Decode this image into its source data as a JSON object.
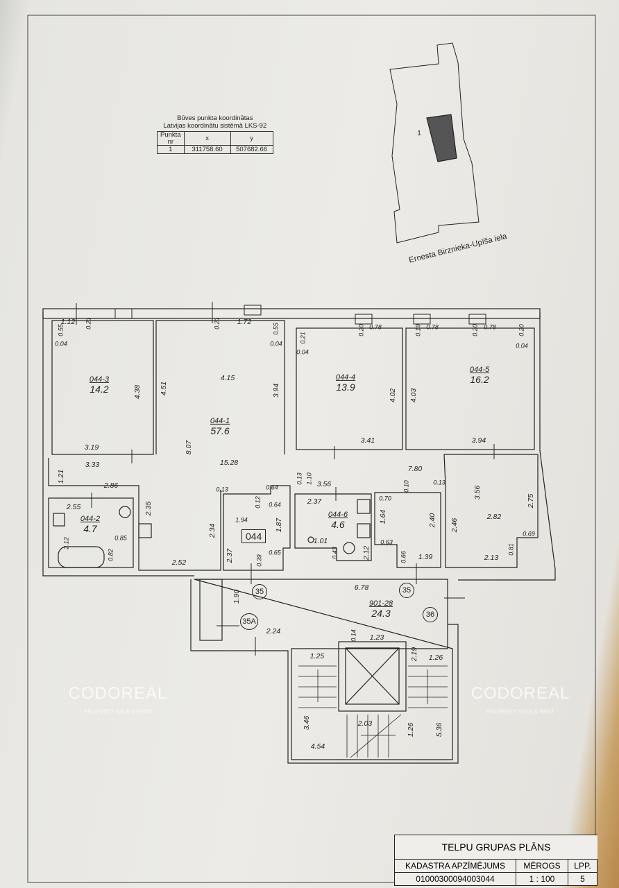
{
  "coordinates": {
    "title_line1": "Būves punkta koordinātas",
    "title_line2": "Latvijas koordinātu sistēmā LKS-92",
    "headers": [
      "Punkta nr",
      "x",
      "y"
    ],
    "row": [
      "1",
      "311758.60",
      "507682.66"
    ]
  },
  "site_plan": {
    "point_label": "1",
    "street": "Ernesta Birznieka-Upīša iela"
  },
  "watermark": {
    "brand": "CODOREAL",
    "tagline": "PROPERTY SALE & RENT"
  },
  "rooms": [
    {
      "id": "044-3",
      "area": "14.2"
    },
    {
      "id": "044-1",
      "area": "57.6"
    },
    {
      "id": "044-4",
      "area": "13.9"
    },
    {
      "id": "044-5",
      "area": "16.2"
    },
    {
      "id": "044-2",
      "area": "4.7"
    },
    {
      "id": "044-6",
      "area": "4.6"
    },
    {
      "id": "901-28",
      "area": "24.3"
    }
  ],
  "apartment_label": "044",
  "markers": [
    "35",
    "35",
    "36",
    "35A"
  ],
  "dims": [
    "1.12",
    "0.21",
    "0.55",
    "0.04",
    "4.38",
    "4.51",
    "3.19",
    "0.21",
    "1.72",
    "0.55",
    "0.04",
    "4.15",
    "3.94",
    "8.07",
    "0.21",
    "0.04",
    "0.20",
    "0.78",
    "4.02",
    "4.03",
    "3.41",
    "0.19",
    "0.78",
    "0.20",
    "0.78",
    "0.20",
    "0.04",
    "3.94",
    "3.33",
    "1.21",
    "2.86",
    "15.28",
    "7.80",
    "0.13",
    "0.64",
    "0.13",
    "0.12",
    "0.64",
    "1.10",
    "3.56",
    "0.10",
    "0.13",
    "3.56",
    "2.75",
    "2.55",
    "2.35",
    "2.37",
    "0.70",
    "1.94",
    "1.87",
    "1.64",
    "2.40",
    "2.46",
    "2.82",
    "0.85",
    "2.12",
    "2.34",
    "1.01",
    "0.63",
    "0.69",
    "0.82",
    "0.65",
    "0.43",
    "2.12",
    "2.37",
    "0.39",
    "0.66",
    "1.39",
    "0.81",
    "2.13",
    "2.52",
    "6.78",
    "1.90",
    "2.24",
    "0.14",
    "1.23",
    "2.19",
    "1.25",
    "1.26",
    "3.46",
    "2.03",
    "1.26",
    "5.36",
    "4.54"
  ],
  "title_block": {
    "title": "TELPU GRUPAS PLĀNS",
    "col_cadastre": "KADASTRA APZĪMĒJUMS",
    "col_scale": "MĒROGS",
    "col_page": "LPP.",
    "cadastre": "01000300094003044",
    "scale": "1 : 100",
    "page": "5"
  }
}
